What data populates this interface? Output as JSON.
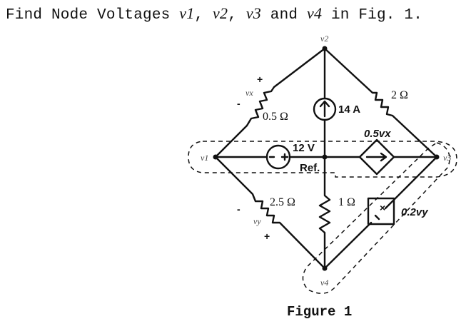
{
  "problem": {
    "prefix": "Find Node Voltages ",
    "v1": "v1",
    "sep1": ", ",
    "v2": "v2",
    "sep2": ", ",
    "v3": "v3",
    "and": " and ",
    "v4": "v4",
    "suffix": " in Fig. 1."
  },
  "figure": {
    "caption": "Figure 1",
    "nodes": {
      "v1": "v1",
      "v2": "v2",
      "v3": "v3",
      "v4": "v4"
    },
    "components": {
      "r_half": "0.5 Ω",
      "r_two": "2 Ω",
      "r_two_half": "2.5 Ω",
      "r_one": "1 Ω",
      "current_source": "14 A",
      "voltage_source": "12 V",
      "reference": "Ref.",
      "vccs": "0.5vx",
      "vcvs": "0.2vy"
    },
    "controls": {
      "vx": "vx",
      "vy": "vy",
      "plus": "+",
      "minus": "-",
      "x_mark": "×"
    },
    "colors": {
      "ink": "#111111",
      "background": "#ffffff"
    }
  }
}
